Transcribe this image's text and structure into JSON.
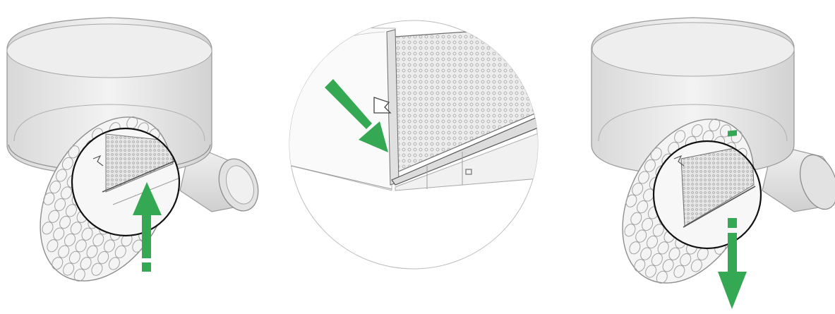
{
  "figure": {
    "panels": [
      {
        "name": "step-insert-filter",
        "arrow_direction": "up"
      },
      {
        "name": "detail-filter-latch",
        "arrow_direction": "down-right"
      },
      {
        "name": "step-remove-filter",
        "arrow_direction": "down"
      }
    ]
  },
  "colors": {
    "accent_arrow": "#34a853",
    "arrow_dark": "#2e8b3e",
    "outline": "#9a9a9a",
    "outline_dark": "#5a5a5a",
    "housing_fill": "#e9e9e9",
    "filter_mesh": "#c9c9c9",
    "magnifier_ring": "#111111"
  }
}
